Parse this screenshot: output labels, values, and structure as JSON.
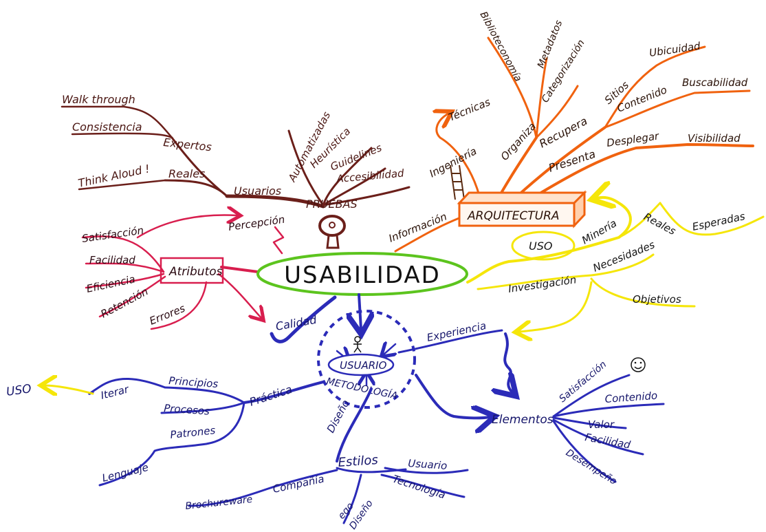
{
  "center": {
    "label": "USABILIDAD",
    "color": "#5cc41e"
  },
  "colors": {
    "brown": "#6b1f1a",
    "red": "#d81e4e",
    "orange": "#f0620f",
    "yellow": "#f5e60a",
    "blue": "#2b2bb8"
  },
  "pruebas": {
    "label": "PRUEBAS",
    "icon": "magnifier-icon",
    "usuarios": "Usuarios",
    "expertos": "Expertos",
    "reales": "Reales",
    "walkthrough": "Walk through",
    "consistencia": "Consistencia",
    "think_aloud": "Think Aloud !",
    "automatizadas": "Automatizadas",
    "heuristica": "Heurística",
    "guidelines": "Guidelines",
    "accesibilidad": "Accesibilidad"
  },
  "atributos": {
    "label": "Atributos",
    "percepcion": "Percepción",
    "satisfaccion": "Satisfacción",
    "facilidad": "Facilidad",
    "eficiencia": "Eficiencia",
    "retencion": "Retención",
    "errores": "Errores"
  },
  "arquitectura": {
    "label": "ARQUITECTURA",
    "informacion": "Información",
    "ingenieria": "Ingeniería",
    "tecnicas": "Técnicas",
    "organiza": "Organiza",
    "biblioteconomia": "Biblioteconomía",
    "metadatos": "Metadatos",
    "categorizacion": "Categorización",
    "recupera": "Recupera",
    "sitios": "Sitios",
    "ubicuidad": "Ubicuidad",
    "contenido": "Contenido",
    "buscabilidad": "Buscabilidad",
    "presenta": "Presenta",
    "desplegar": "Desplegar",
    "visibilidad": "Visibilidad"
  },
  "investigacion": {
    "label": "Investigación",
    "uso": "USO",
    "mineria": "Minería",
    "reales": "Reales",
    "esperadas": "Esperadas",
    "necesidades": "Necesidades",
    "objetivos": "Objetivos"
  },
  "metodologia": {
    "label": "METODOLOGÍA",
    "usuario": "USUARIO",
    "calidad": "Calidad",
    "experiencia": "Experiencia",
    "practica": "Práctica",
    "principios": "Principios",
    "procesos": "Procesos",
    "patrones": "Patrones",
    "iterar": "Iterar",
    "uso": "USO",
    "lenguaje": "Lenguaje",
    "diseno": "Diseño",
    "estilos": "Estilos",
    "usuario_estilo": "Usuario",
    "tecnologia": "Tecnología",
    "compania": "Compañía",
    "brochureware": "Brochureware",
    "ego": "ego",
    "diseno2": "Diseño"
  },
  "elementos": {
    "label": "Elementos",
    "satisfaccion": "Satisfacción",
    "contenido": "Contenido",
    "valor": "Valor",
    "facilidad": "Facilidad",
    "desempeno": "Desempeño",
    "smiley": "smiley-icon"
  }
}
